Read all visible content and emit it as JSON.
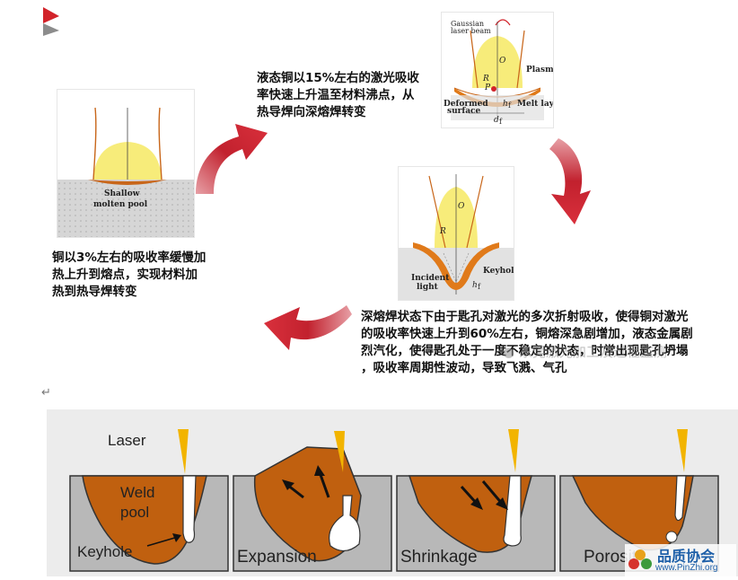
{
  "colors": {
    "arrow_red": "#c2212e",
    "molten": "#c8661a",
    "laser_yellow": "#f5e070",
    "keyhole_orange": "#e07a1a",
    "steel": "#d8d8d8"
  },
  "stage1": {
    "panel_label_1": "Shallow",
    "panel_label_2": "molten pool",
    "text_lines": [
      "铜以3%左右的吸收率缓慢加",
      "热上升到熔点，实现材料加",
      "热到热导焊转变"
    ]
  },
  "stage2": {
    "text_lines": [
      "液态铜以15%左右的激光吸收",
      "率快速上升温至材料沸点，从",
      "热导焊向深熔焊转变"
    ],
    "panel": {
      "gaussian": "Gaussian",
      "laser_beam": "laser beam",
      "plasma": "Plasma",
      "deformed_1": "Deformed",
      "deformed_2": "surface",
      "melt_layer": "Melt layer",
      "o": "O",
      "r": "R",
      "p": "P",
      "df": "d",
      "df_sub": "f",
      "hf": "h",
      "hf_sub": "f"
    }
  },
  "stage3": {
    "text_lines": [
      "深熔焊状态下由于匙孔对激光的多次折射吸收，使得铜对激光",
      "的吸收率快速上升到60%左右，铜熔深急剧增加，液态金属剧",
      "烈汽化，使得匙孔处于一度不稳定的状态，时常出现匙孔坍塌",
      "，吸收率周期性波动，导致飞溅、气孔"
    ],
    "panel": {
      "o": "O",
      "r": "R",
      "incident_1": "Incident",
      "incident_2": "light",
      "keyhole": "Keyhole",
      "hf": "h",
      "hf_sub": "f"
    }
  },
  "watermark": "东莞激光加工及过程监测",
  "return_mark": "↵",
  "bottom": {
    "laser": "Laser",
    "weld_1": "Weld",
    "weld_2": "pool",
    "keyhole": "Keyhole",
    "stages": [
      "Expansion",
      "Shrinkage",
      "Porosity"
    ]
  },
  "logo": {
    "name": "品质协会",
    "url": "www.PinZhi.org"
  }
}
